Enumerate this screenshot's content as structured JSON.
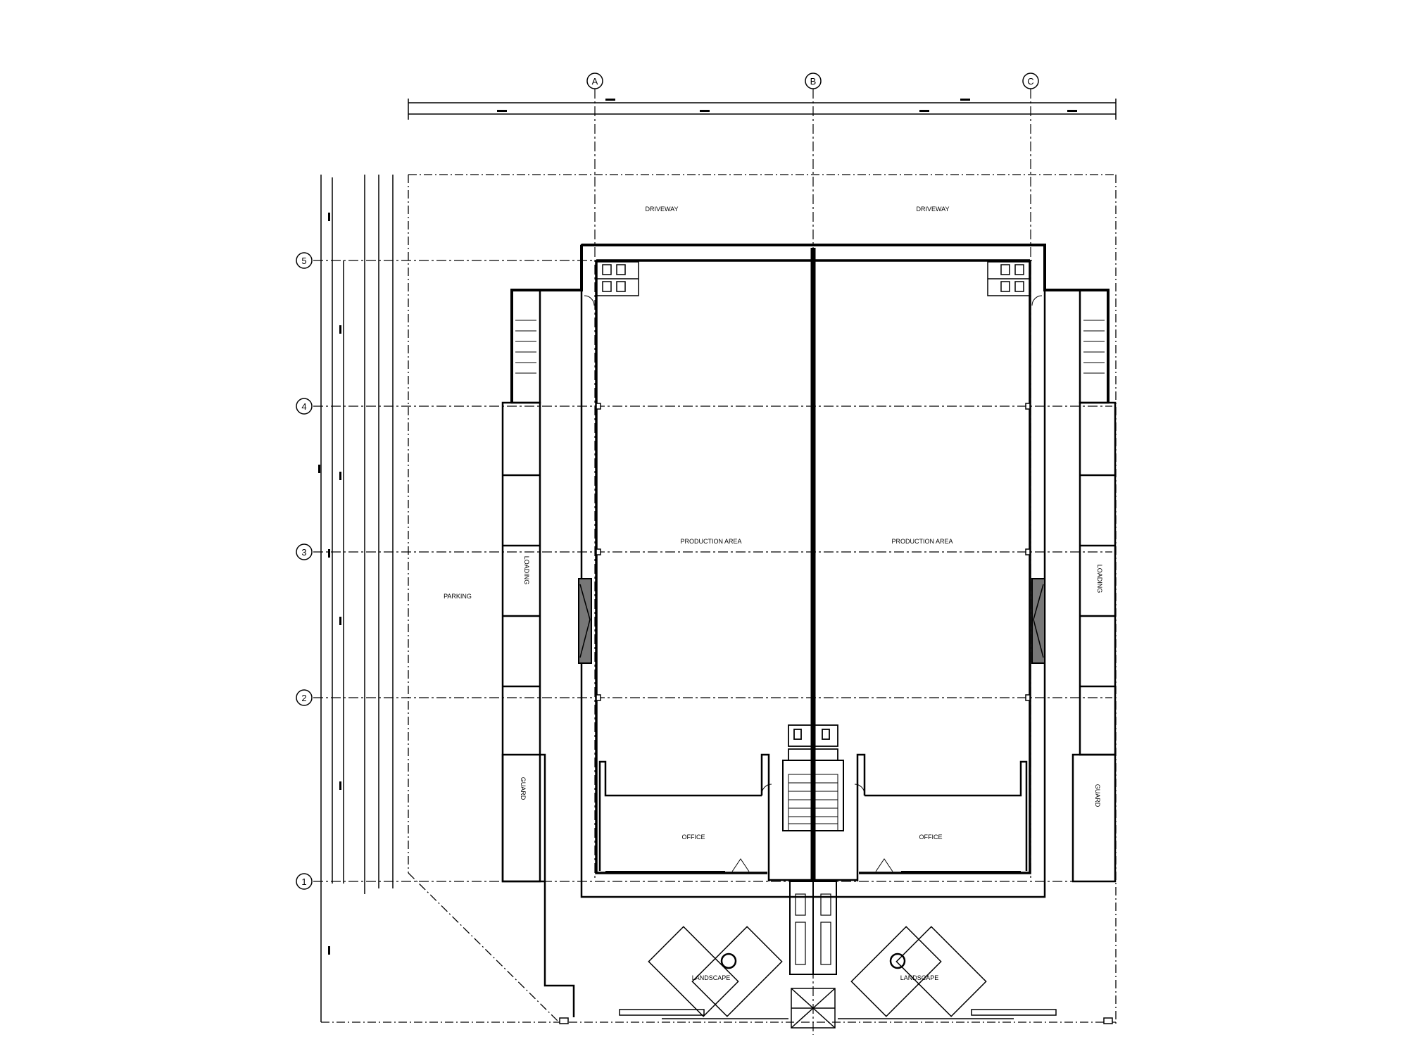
{
  "drawing": {
    "grid_columns": [
      "A",
      "B",
      "C"
    ],
    "grid_rows": [
      "5",
      "4",
      "3",
      "2",
      "1"
    ],
    "rooms": {
      "production_left": "PRODUCTION AREA",
      "production_right": "PRODUCTION AREA",
      "office_left": "OFFICE",
      "office_right": "OFFICE",
      "loading_left": "LOADING",
      "loading_right": "LOADING",
      "parking": "PARKING",
      "driveway_left": "DRIVEWAY",
      "driveway_right": "DRIVEWAY",
      "guard_left": "GUARD",
      "guard_right": "GUARD",
      "landscape_left": "LANDSCAPE",
      "landscape_right": "LANDSCAPE"
    }
  }
}
